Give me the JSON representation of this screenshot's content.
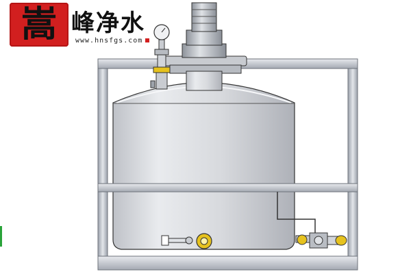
{
  "logo": {
    "seal_char": "嵩",
    "brand_name": "峰净水",
    "website": "www.hnsfgs.com"
  },
  "colors": {
    "frame": "#a9aeb8",
    "frame_light": "#d6d9de",
    "tank_body": "#d5d7dc",
    "tank_highlight": "#eceef1",
    "outline": "#333333",
    "valve_yellow": "#e6c21e",
    "accent_red": "#d21f1f"
  },
  "icons": [
    "pressure-gauge-icon",
    "valve-icon",
    "motor-icon"
  ]
}
